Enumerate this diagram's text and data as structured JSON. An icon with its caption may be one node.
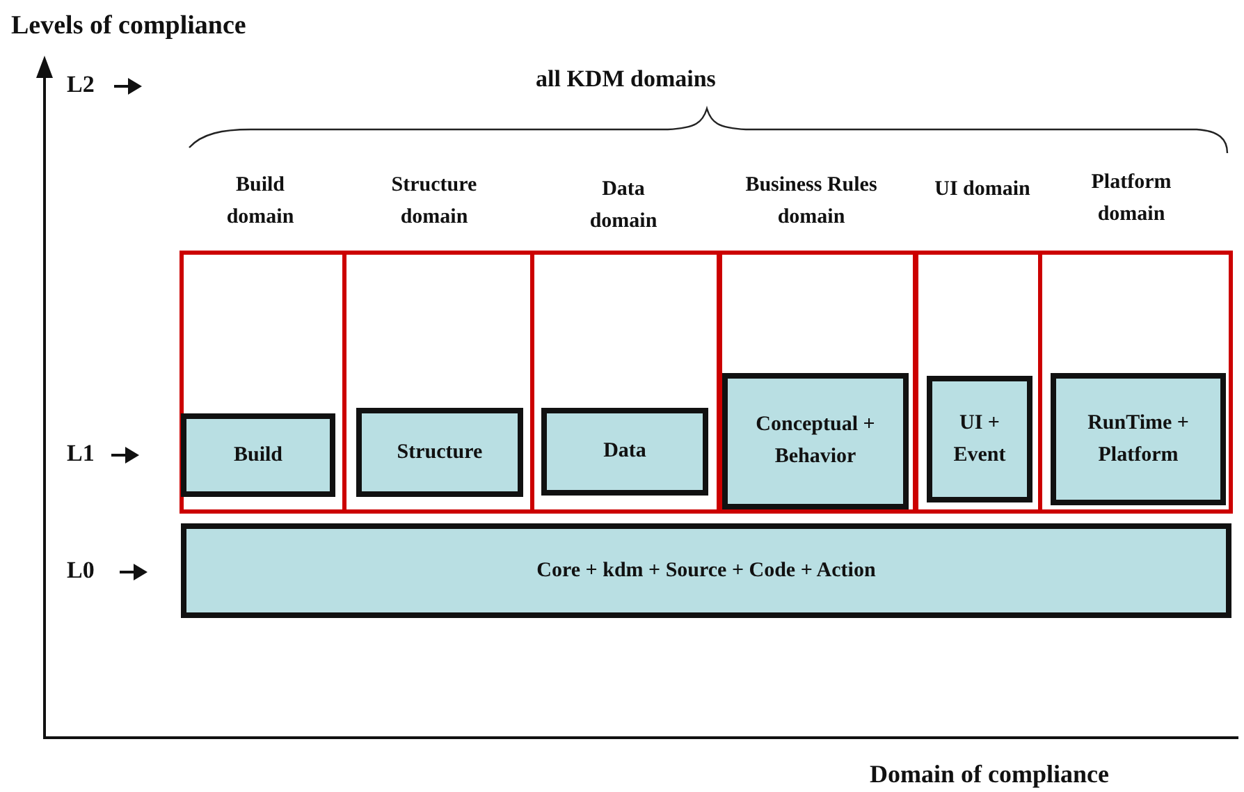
{
  "diagram": {
    "nodes": [
      {
        "text": [
          "Build domain"
        ]
      },
      {
        "text": [
          "Build"
        ],
        "in": 0
      },
      {
        "text": [
          "Structure domain"
        ]
      },
      {
        "text": [
          "Structure"
        ],
        "in": 2
      },
      {
        "text": [
          "Data domain"
        ]
      },
      {
        "text": [
          "Data"
        ],
        "in": 4
      },
      {
        "text": [
          "Business Rules domain"
        ]
      },
      {
        "text": [
          "Conceptual + Behavior"
        ],
        "in": 6
      },
      {
        "text": [
          "UI domain"
        ]
      },
      {
        "text": [
          "UI + Event"
        ],
        "in": 8
      },
      {
        "text": [
          "Platform domain"
        ]
      },
      {
        "text": [
          "RunTime + Platform"
        ],
        "in": 10
      },
      {
        "text": [
          "Core + kdm + Source + Code + Action"
        ]
      }
    ],
    "edges": [],
    "labels": [
      "Levels of compliance",
      "L2",
      "all KDM domains",
      "L1",
      "L0",
      "Domain of compliance"
    ]
  }
}
